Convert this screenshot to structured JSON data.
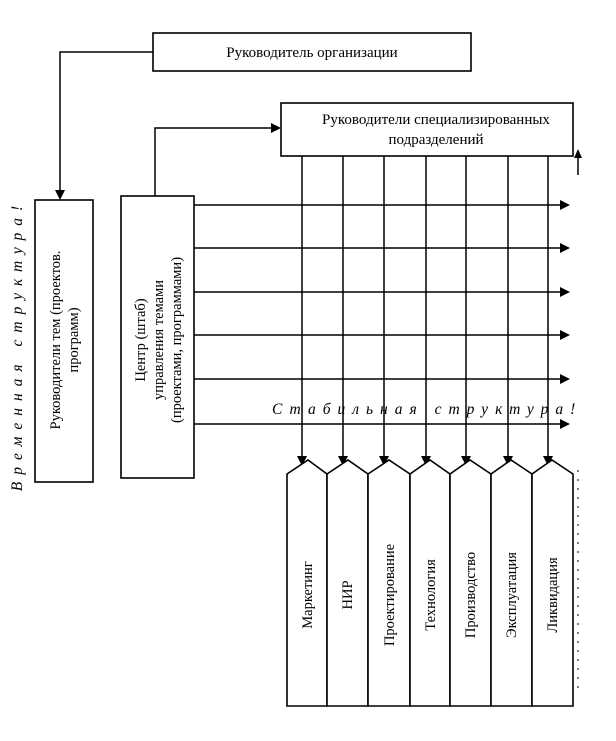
{
  "top_box": {
    "label": "Руководитель организации"
  },
  "spec_box": {
    "line1": "Руководители специализированных",
    "line2": "подразделений"
  },
  "topic_leaders_box": {
    "line1": "Руководители тем (проектов.",
    "line2": "программ)"
  },
  "center_box": {
    "line1": "Центр (штаб)",
    "line2": "управления темами",
    "line3": "(проектами, программами)"
  },
  "labels": {
    "temporary_structure": "Временная структура!",
    "stable_structure": "Стабильная структура!"
  },
  "departments": [
    "Маркетинг",
    "НИР",
    "Проектирование",
    "Технология",
    "Производство",
    "Эксплуатация",
    "Ликвидация"
  ]
}
